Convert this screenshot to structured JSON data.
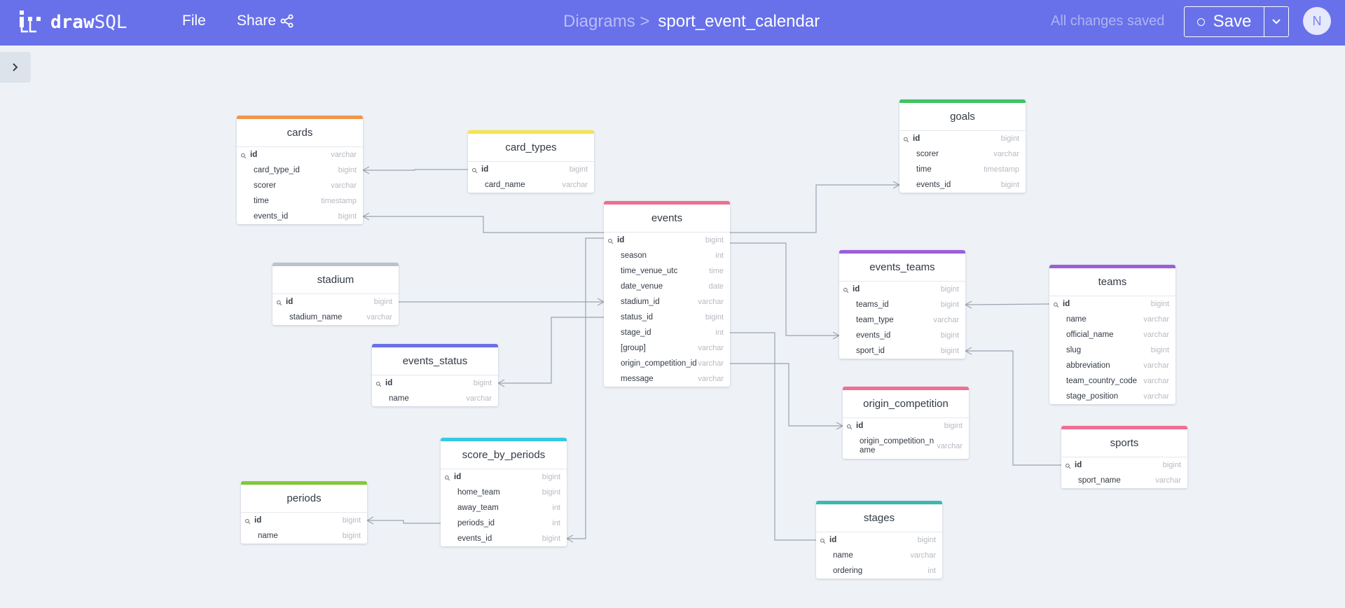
{
  "app": {
    "logo_bold": "draw",
    "logo_light": "SQL",
    "menu_file": "File",
    "menu_share": "Share",
    "breadcrumb_parent": "Diagrams >",
    "diagram_name": "sport_event_calendar",
    "status": "All changes saved",
    "save_label": "Save",
    "avatar_initial": "N"
  },
  "tables": [
    {
      "name": "cards",
      "color": "#f1964a",
      "columns": [
        {
          "name": "id",
          "type": "varchar",
          "pk": true
        },
        {
          "name": "card_type_id",
          "type": "bigint"
        },
        {
          "name": "scorer",
          "type": "varchar"
        },
        {
          "name": "time",
          "type": "timestamp"
        },
        {
          "name": "events_id",
          "type": "bigint"
        }
      ]
    },
    {
      "name": "card_types",
      "color": "#f6e44c",
      "columns": [
        {
          "name": "id",
          "type": "bigint",
          "pk": true
        },
        {
          "name": "card_name",
          "type": "varchar"
        }
      ]
    },
    {
      "name": "goals",
      "color": "#3ec464",
      "columns": [
        {
          "name": "id",
          "type": "bigint",
          "pk": true
        },
        {
          "name": "scorer",
          "type": "varchar"
        },
        {
          "name": "time",
          "type": "timestamp"
        },
        {
          "name": "events_id",
          "type": "bigint"
        }
      ]
    },
    {
      "name": "events",
      "color": "#ee6f92",
      "columns": [
        {
          "name": "id",
          "type": "bigint",
          "pk": true
        },
        {
          "name": "season",
          "type": "int"
        },
        {
          "name": "time_venue_utc",
          "type": "time"
        },
        {
          "name": "date_venue",
          "type": "date"
        },
        {
          "name": "stadium_id",
          "type": "varchar"
        },
        {
          "name": "status_id",
          "type": "bigint"
        },
        {
          "name": "stage_id",
          "type": "int"
        },
        {
          "name": "[group]",
          "type": "varchar"
        },
        {
          "name": "origin_competition_id",
          "type": "varchar"
        },
        {
          "name": "message",
          "type": "varchar"
        }
      ]
    },
    {
      "name": "stadium",
      "color": "#b9c2cd",
      "columns": [
        {
          "name": "id",
          "type": "bigint",
          "pk": true
        },
        {
          "name": "stadium_name",
          "type": "varchar"
        }
      ]
    },
    {
      "name": "events_teams",
      "color": "#9a5fd9",
      "columns": [
        {
          "name": "id",
          "type": "bigint",
          "pk": true
        },
        {
          "name": "teams_id",
          "type": "bigint"
        },
        {
          "name": "team_type",
          "type": "varchar"
        },
        {
          "name": "events_id",
          "type": "bigint"
        },
        {
          "name": "sport_id",
          "type": "bigint"
        }
      ]
    },
    {
      "name": "teams",
      "color": "#9a5fd9",
      "columns": [
        {
          "name": "id",
          "type": "bigint",
          "pk": true
        },
        {
          "name": "name",
          "type": "varchar"
        },
        {
          "name": "official_name",
          "type": "varchar"
        },
        {
          "name": "slug",
          "type": "bigint"
        },
        {
          "name": "abbreviation",
          "type": "varchar"
        },
        {
          "name": "team_country_code",
          "type": "varchar"
        },
        {
          "name": "stage_position",
          "type": "varchar"
        }
      ]
    },
    {
      "name": "events_status",
      "color": "#6871ea",
      "columns": [
        {
          "name": "id",
          "type": "bigint",
          "pk": true
        },
        {
          "name": "name",
          "type": "varchar"
        }
      ]
    },
    {
      "name": "origin_competition",
      "color": "#ee6f92",
      "columns": [
        {
          "name": "id",
          "type": "bigint",
          "pk": true
        },
        {
          "name": "origin_competition_name",
          "type": "varchar",
          "wrap": true
        }
      ]
    },
    {
      "name": "sports",
      "color": "#ee6f92",
      "columns": [
        {
          "name": "id",
          "type": "bigint",
          "pk": true
        },
        {
          "name": "sport_name",
          "type": "varchar"
        }
      ]
    },
    {
      "name": "score_by_periods",
      "color": "#36c9e2",
      "columns": [
        {
          "name": "id",
          "type": "bigint",
          "pk": true
        },
        {
          "name": "home_team",
          "type": "bigint"
        },
        {
          "name": "away_team",
          "type": "int"
        },
        {
          "name": "periods_id",
          "type": "int"
        },
        {
          "name": "events_id",
          "type": "bigint"
        }
      ]
    },
    {
      "name": "periods",
      "color": "#82c83a",
      "columns": [
        {
          "name": "id",
          "type": "bigint",
          "pk": true
        },
        {
          "name": "name",
          "type": "bigint"
        }
      ]
    },
    {
      "name": "stages",
      "color": "#3bb9ae",
      "columns": [
        {
          "name": "id",
          "type": "bigint",
          "pk": true
        },
        {
          "name": "name",
          "type": "varchar"
        },
        {
          "name": "ordering",
          "type": "int"
        }
      ]
    }
  ]
}
